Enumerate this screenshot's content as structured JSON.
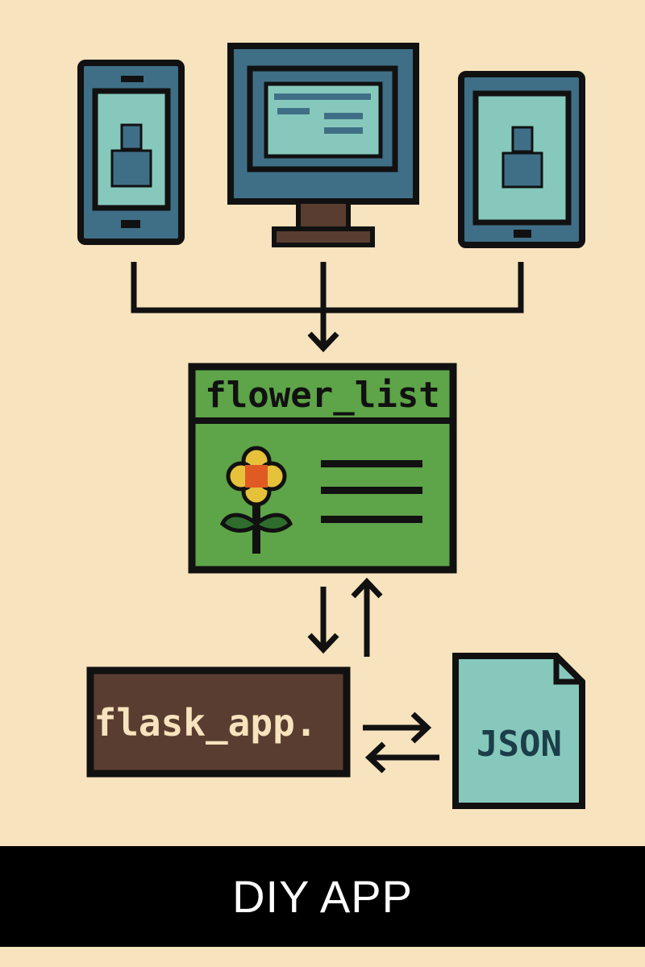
{
  "nodes": {
    "devices": [
      "phone",
      "desktop",
      "tablet"
    ],
    "component": {
      "label": "flower_list"
    },
    "server": {
      "label": "flask_app."
    },
    "data_file": {
      "label": "JSON"
    }
  },
  "footer": {
    "title": "DIY APP"
  },
  "colors": {
    "background": "#f7e3bd",
    "device_body": "#3f6f86",
    "screen": "#86c9bc",
    "outline": "#111111",
    "component_green": "#5ea448",
    "server_brown": "#5a3d31",
    "server_text": "#f7e3bd",
    "flower_yellow": "#e6c23a",
    "flower_center": "#e05a23"
  },
  "icons": [
    "person-icon",
    "flower-icon",
    "document-icon",
    "arrow-icon"
  ]
}
